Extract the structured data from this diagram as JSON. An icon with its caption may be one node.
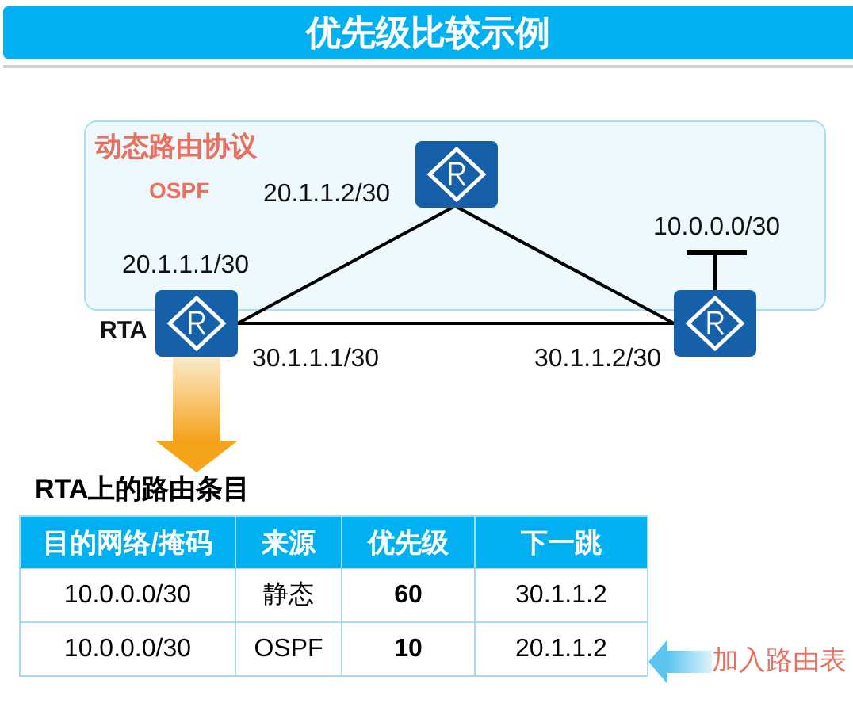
{
  "diagram": {
    "title": "优先级比较示例",
    "nodes": [
      {
        "text": [
          "动态路由协议",
          "OSPF"
        ]
      },
      {
        "text": [],
        "shape": "picture",
        "in": 0,
        "beside": [
          "20.1.1.2/30"
        ]
      },
      {
        "text": [],
        "shape": "bar",
        "in": 0,
        "beside": [
          "10.0.0.0/30"
        ]
      },
      {
        "text": [],
        "shape": "picture",
        "beside": [
          "20.1.1.1/30",
          "RTA",
          "30.1.1.1/30"
        ]
      },
      {
        "text": [],
        "shape": "picture",
        "beside": [
          "30.1.1.2/30"
        ]
      },
      {
        "text": [
          "RTA上的路由条目"
        ]
      },
      {
        "text": [
          "加入路由表"
        ]
      }
    ],
    "edges": [
      {
        "from": 3,
        "to": 1,
        "arrow": "none"
      },
      {
        "from": 1,
        "to": 4,
        "arrow": "none"
      },
      {
        "from": 3,
        "to": 4,
        "arrow": "none"
      },
      {
        "from": 4,
        "to": 2,
        "arrow": "none"
      },
      {
        "from": 3,
        "to": 5,
        "arrow": "to",
        "style": "thick",
        "color": "#f5a31a"
      },
      {
        "from": 6,
        "to": 5,
        "arrow": "to",
        "style": "thick",
        "color": "#5cc5ef"
      }
    ],
    "labels": [
      "目的网络/掩码",
      "来源",
      "优先级",
      "下一跳",
      "10.0.0.0/30",
      "静态",
      "60",
      "30.1.1.2",
      "10.0.0.0/30",
      "OSPF",
      "10",
      "20.1.1.2"
    ]
  }
}
